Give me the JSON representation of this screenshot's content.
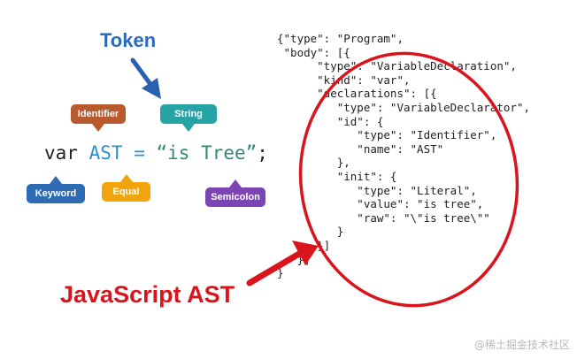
{
  "token_title": "Token",
  "bubbles": {
    "identifier": "Identifier",
    "string": "String",
    "keyword": "Keyword",
    "equal": "Equal",
    "semicolon": "Semicolon"
  },
  "code": {
    "kw": "var",
    "ident": "AST",
    "eq": "=",
    "str": "“is Tree”",
    "semi": ";"
  },
  "ast_label": "JavaScript AST",
  "json_lines": [
    "{\"type\": \"Program\",",
    " \"body\": [{",
    "      \"type\": \"VariableDeclaration\",",
    "      \"kind\": \"var\",",
    "      \"declarations\": [{",
    "         \"type\": \"VariableDeclarator\",",
    "         \"id\": {",
    "            \"type\": \"Identifier\",",
    "            \"name\": \"AST\"",
    "         },",
    "         \"init\": {",
    "            \"type\": \"Literal\",",
    "            \"value\": \"is tree\",",
    "            \"raw\": \"\\\"is tree\\\"\"",
    "         }",
    "      }]",
    "   }]",
    "}"
  ],
  "watermark": "@稀土掘金技术社区",
  "colors": {
    "token_blue": "#2b6cb8",
    "identifier": "#b85a2e",
    "string": "#27a3a6",
    "keyword": "#2d6bb3",
    "equal": "#f2a40c",
    "semicolon": "#7d44b3",
    "red": "#d9141c"
  }
}
